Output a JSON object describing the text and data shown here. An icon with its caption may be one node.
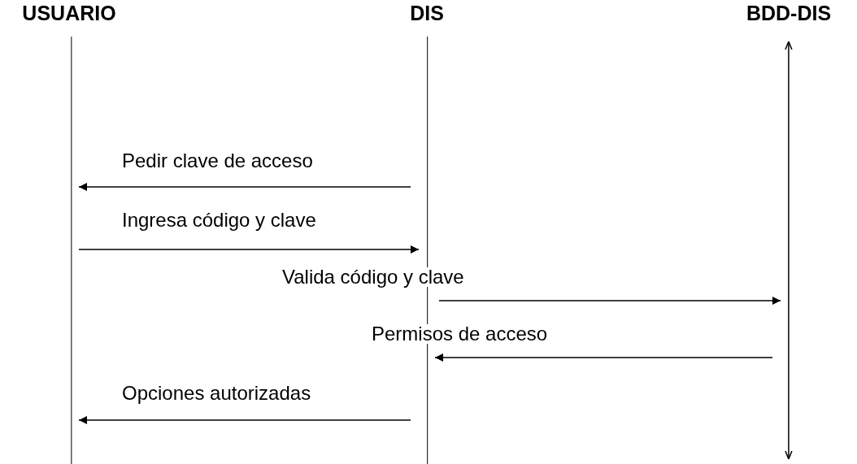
{
  "diagram": {
    "nodes": [
      {
        "text": [
          "USUARIO"
        ]
      },
      {
        "text": [
          "DIS"
        ]
      },
      {
        "text": [
          "BDD-DIS"
        ]
      }
    ],
    "edges": [
      {
        "from": 1,
        "to": 0,
        "arrow": "to",
        "label": "Pedir clave de acceso"
      },
      {
        "from": 0,
        "to": 1,
        "arrow": "to",
        "label": "Ingresa código y clave"
      },
      {
        "from": 1,
        "to": 2,
        "arrow": "to",
        "label": "Valida código y clave"
      },
      {
        "from": 2,
        "to": 1,
        "arrow": "to",
        "label": "Permisos de acceso"
      },
      {
        "from": 1,
        "to": 0,
        "arrow": "to",
        "label": "Opciones autorizadas"
      }
    ]
  }
}
